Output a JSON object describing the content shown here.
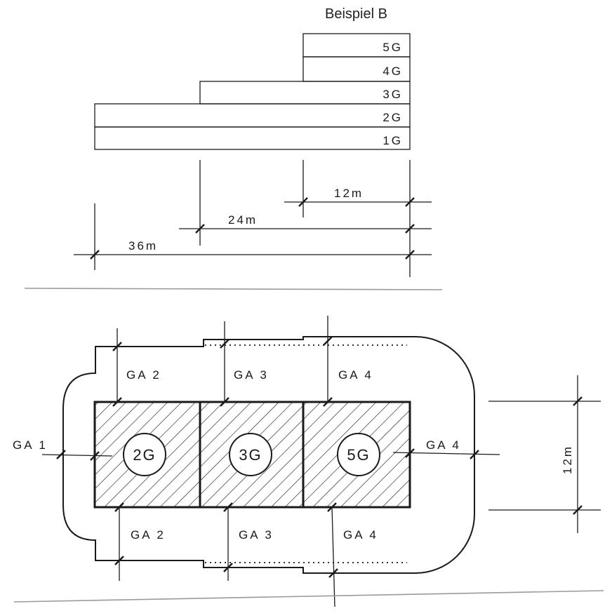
{
  "title": "Beispiel B",
  "elevation": {
    "floors": [
      "5G",
      "4G",
      "3G",
      "2G",
      "1G"
    ]
  },
  "dimensions": {
    "d12": "12m",
    "d24": "24m",
    "d36": "36m",
    "depth": "12m"
  },
  "plan": {
    "blocks": [
      "2G",
      "3G",
      "5G"
    ],
    "areas": {
      "left": "GA 1",
      "top": [
        "GA 2",
        "GA 3",
        "GA 4"
      ],
      "bottom": [
        "GA 2",
        "GA 3",
        "GA 4"
      ],
      "right": "GA 4"
    }
  }
}
